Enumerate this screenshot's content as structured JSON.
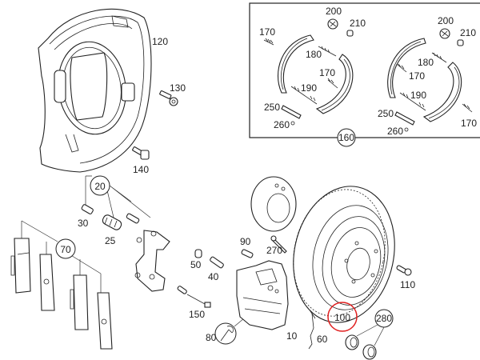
{
  "diagram": {
    "title_hidden": null,
    "highlight_color": "#e02020",
    "highlighted_part": "100",
    "parking_brake_group": {
      "callout": "160",
      "left_labels": {
        "l170a": "170",
        "l200": "200",
        "l210": "210",
        "l180": "180",
        "l170b": "170",
        "l190": "190",
        "l250": "250",
        "l260": "260"
      },
      "right_labels": {
        "l200": "200",
        "l210": "210",
        "l180": "180",
        "l170a": "170",
        "l190": "190",
        "l170b": "170",
        "l250": "250",
        "l260": "260"
      }
    },
    "labels": {
      "p120": "120",
      "p130": "130",
      "p140": "140",
      "p20": "20",
      "p30": "30",
      "p25": "25",
      "p70": "70",
      "p50": "50",
      "p40": "40",
      "p150": "150",
      "p80": "80",
      "p90": "90",
      "p270": "270",
      "p10": "10",
      "p60": "60",
      "p100": "100",
      "p110": "110",
      "p280": "280"
    }
  }
}
